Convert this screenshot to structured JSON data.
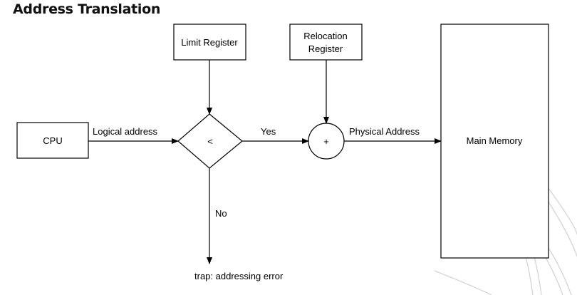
{
  "title": "Address Translation",
  "nodes": {
    "cpu": "CPU",
    "limit_register": "Limit Register",
    "relocation_register": [
      "Relocation",
      "Register"
    ],
    "comparator": "<",
    "adder": "+",
    "main_memory": "Main Memory"
  },
  "edges": {
    "logical_address": "Logical address",
    "yes": "Yes",
    "physical_address": "Physical Address",
    "no": "No",
    "trap": "trap: addressing error"
  },
  "colors": {
    "stroke": "#000000",
    "background": "#ffffff",
    "watermark": "#d4d4d4"
  }
}
